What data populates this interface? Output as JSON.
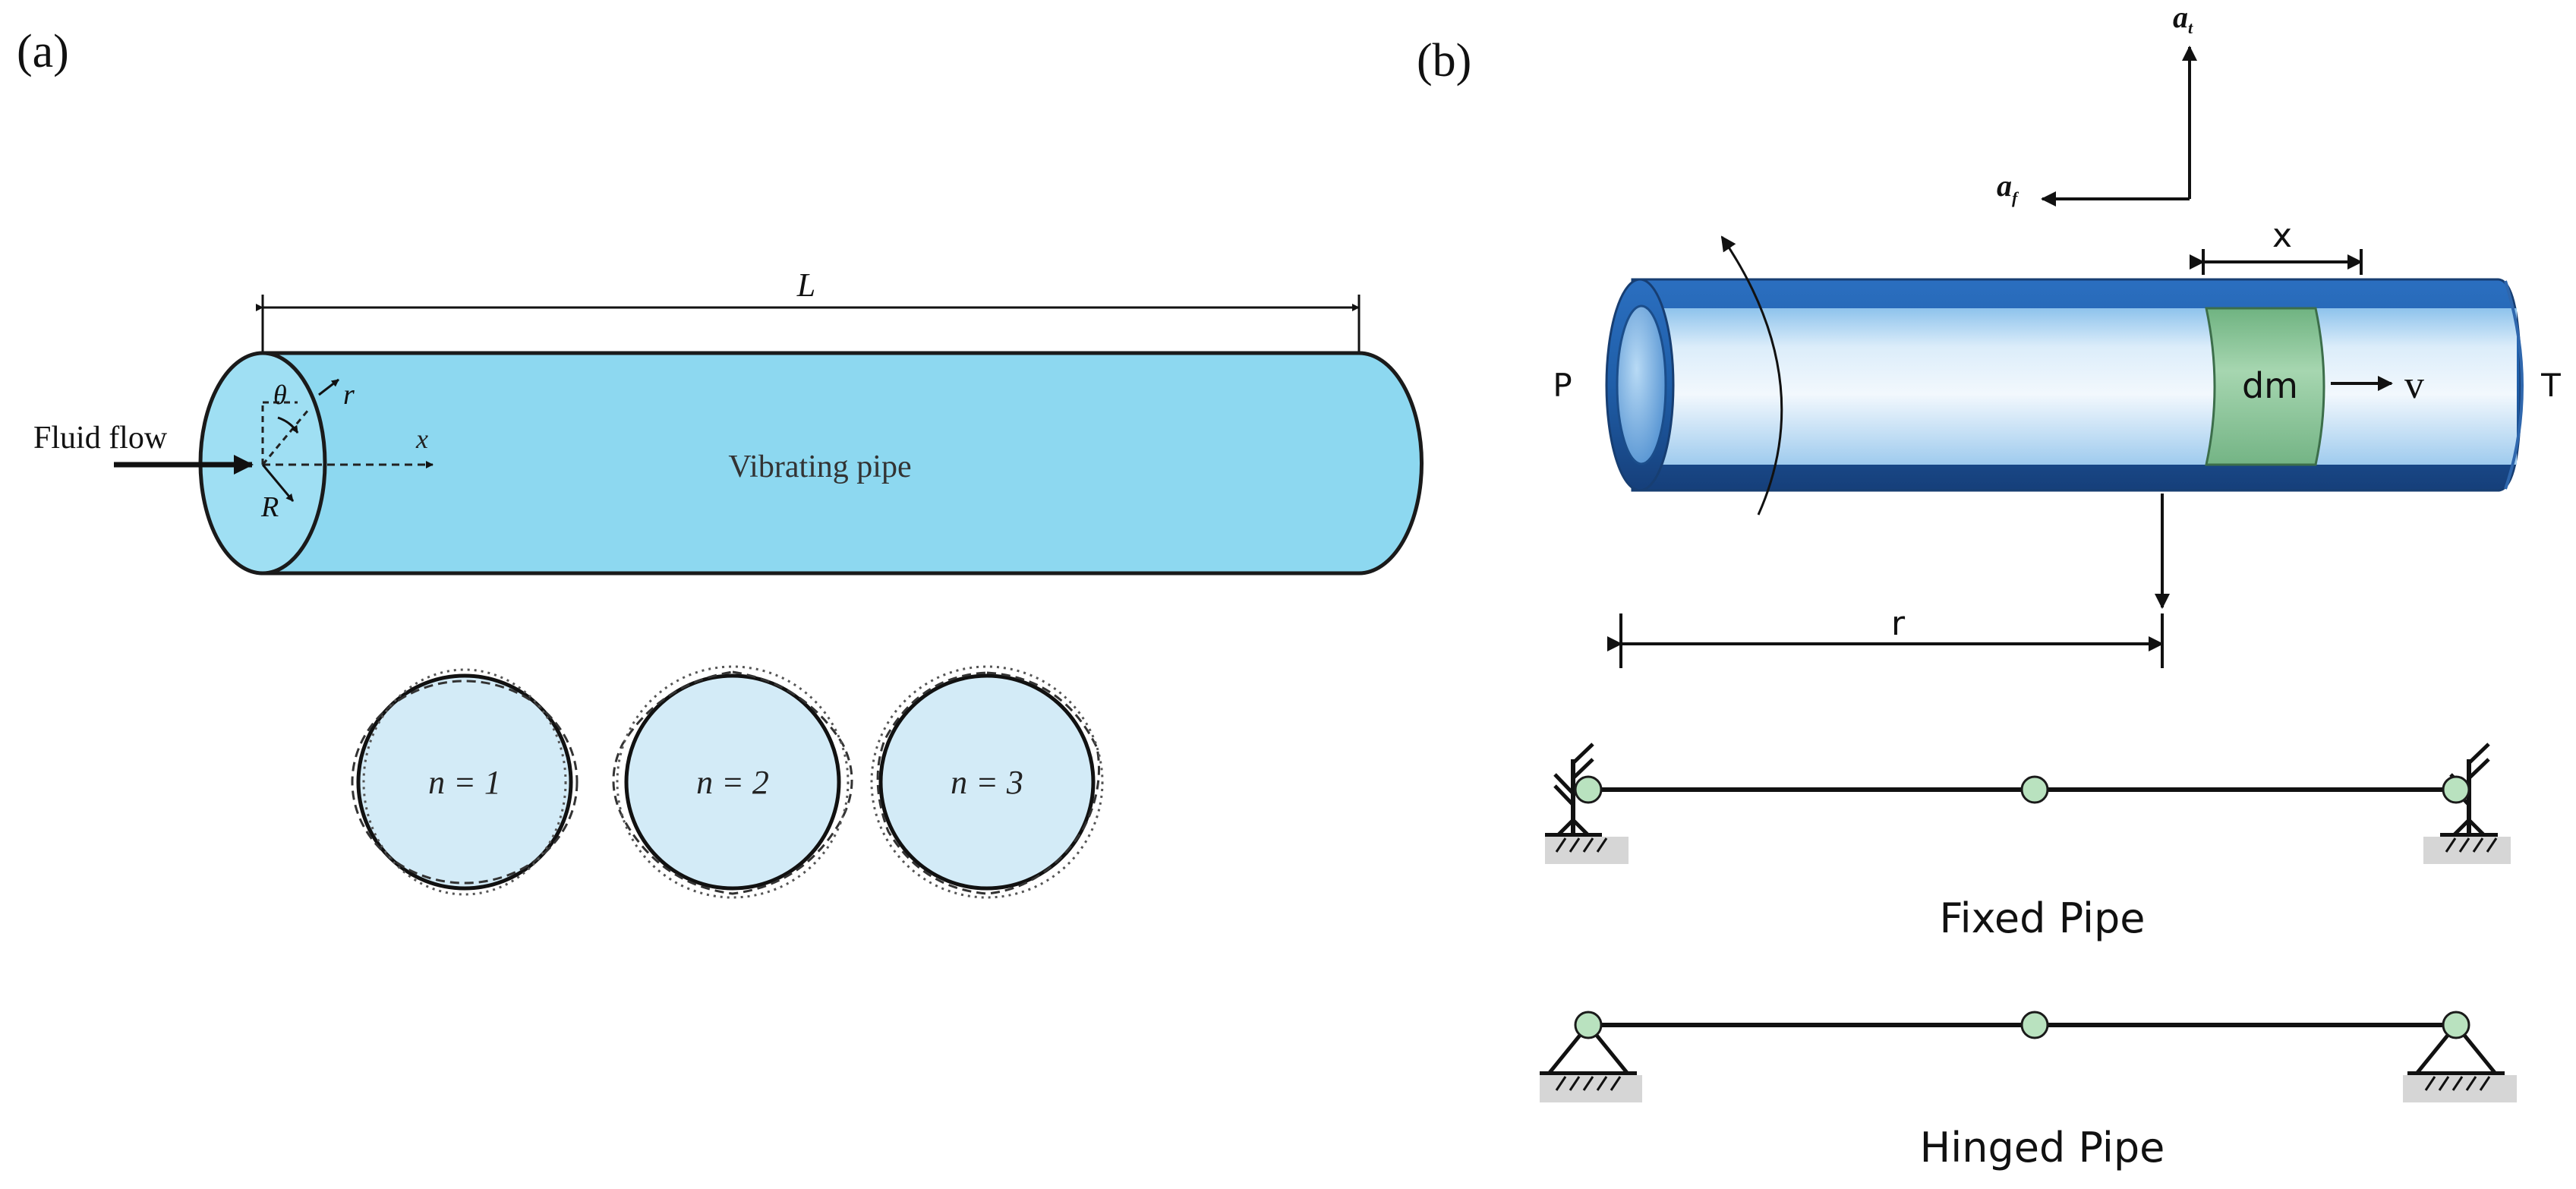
{
  "panel_a": {
    "label": "(a)",
    "fluid_flow": "Fluid flow",
    "length_symbol": "L",
    "pipe_label": "Vibrating pipe",
    "axis_x": "x",
    "axis_r": "r",
    "angle": "θ",
    "radius": "R",
    "modes": [
      "n = 1",
      "n = 2",
      "n = 3"
    ],
    "colors": {
      "pipe": "#8dd8f0",
      "mode_fill": "#d3ebf7"
    }
  },
  "panel_b": {
    "label": "(b)",
    "accel_t": "a",
    "accel_t_sub": "t",
    "accel_f": "a",
    "accel_f_sub": "f",
    "length_x": "x",
    "inlet": "P",
    "outlet": "T",
    "element": "dm",
    "velocity": "v",
    "radius_r": "r",
    "fixed_caption": "Fixed Pipe",
    "hinged_caption": "Hinged Pipe",
    "colors": {
      "shell": "#1f5ea8",
      "inner": "#cfe5f7",
      "element": "#8cc79a",
      "node": "#b9e2bf",
      "ground": "#d6d6d6"
    }
  }
}
